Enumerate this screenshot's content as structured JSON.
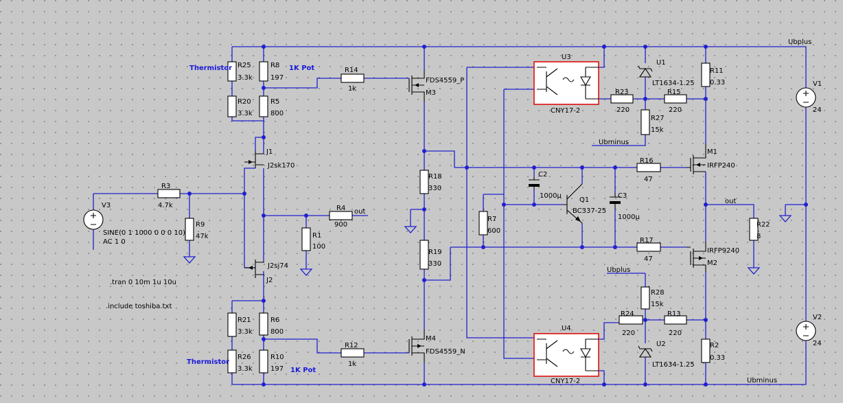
{
  "colors": {
    "background": "#c8c8c8",
    "wire": "#2020d0",
    "component": "#000000",
    "annotation": "#1a1adc",
    "optocoupler_box": "#ff0000"
  },
  "rails": {
    "positive": "Ubplus",
    "negative": "Ubminus",
    "output": "out"
  },
  "annotations": {
    "thermistor_top": "Thermistor",
    "thermistor_bottom": "Thermistor",
    "pot_top": "1K Pot",
    "pot_bottom": "1K Pot"
  },
  "directives": {
    "tran": ".tran 0 10m 1u 10u",
    "include": ".include toshiba.txt"
  },
  "sources": {
    "v1": {
      "name": "V1",
      "value": "24"
    },
    "v2": {
      "name": "V2",
      "value": "24"
    },
    "v3": {
      "name": "V3",
      "value": "SINE(0 1 1000 0 0 0 10)",
      "ac": "AC 1 0"
    }
  },
  "resistors": {
    "r25": {
      "name": "R25",
      "value": "3.3k"
    },
    "r20": {
      "name": "R20",
      "value": "3.3k"
    },
    "r8": {
      "name": "R8",
      "value": "197"
    },
    "r5": {
      "name": "R5",
      "value": "800"
    },
    "r14": {
      "name": "R14",
      "value": "1k"
    },
    "r3": {
      "name": "R3",
      "value": "4.7k"
    },
    "r9": {
      "name": "R9",
      "value": "47k"
    },
    "r4": {
      "name": "R4",
      "value": "900"
    },
    "r1": {
      "name": "R1",
      "value": "100"
    },
    "r18": {
      "name": "R18",
      "value": "330"
    },
    "r19": {
      "name": "R19",
      "value": "330"
    },
    "r7": {
      "name": "R7",
      "value": "600"
    },
    "r23": {
      "name": "R23",
      "value": "220"
    },
    "r15": {
      "name": "R15",
      "value": "220"
    },
    "r27": {
      "name": "R27",
      "value": "15k"
    },
    "r11": {
      "name": "R11",
      "value": "0.33"
    },
    "r16": {
      "name": "R16",
      "value": "47"
    },
    "r17": {
      "name": "R17",
      "value": "47"
    },
    "r22": {
      "name": "R22",
      "value": "8"
    },
    "r28": {
      "name": "R28",
      "value": "15k"
    },
    "r24": {
      "name": "R24",
      "value": "220"
    },
    "r13": {
      "name": "R13",
      "value": "220"
    },
    "r2": {
      "name": "R2",
      "value": "0.33"
    },
    "r21": {
      "name": "R21",
      "value": "3.3k"
    },
    "r26": {
      "name": "R26",
      "value": "3.3k"
    },
    "r6": {
      "name": "R6",
      "value": "800"
    },
    "r10": {
      "name": "R10",
      "value": "197"
    },
    "r12": {
      "name": "R12",
      "value": "1k"
    }
  },
  "capacitors": {
    "c2": {
      "name": "C2",
      "value": "1000µ"
    },
    "c3": {
      "name": "C3",
      "value": "1000µ"
    }
  },
  "transistors": {
    "j1": {
      "name": "J1",
      "model": "J2sk170"
    },
    "j2": {
      "name": "J2",
      "model": "J2sj74"
    },
    "m3": {
      "name": "M3",
      "model": "FDS4559_P"
    },
    "m4": {
      "name": "M4",
      "model": "FDS4559_N"
    },
    "m1": {
      "name": "M1",
      "model": "IRFP240"
    },
    "m2": {
      "name": "M2",
      "model": "IRFP9240"
    },
    "q1": {
      "name": "Q1",
      "model": "BC337-25"
    }
  },
  "references": {
    "u1": {
      "name": "U1",
      "model": "LT1634-1.25"
    },
    "u2": {
      "name": "U2",
      "model": "LT1634-1.25"
    }
  },
  "optocouplers": {
    "u3": {
      "name": "U3",
      "model": "CNY17-2"
    },
    "u4": {
      "name": "U4",
      "model": "CNY17-2"
    }
  }
}
